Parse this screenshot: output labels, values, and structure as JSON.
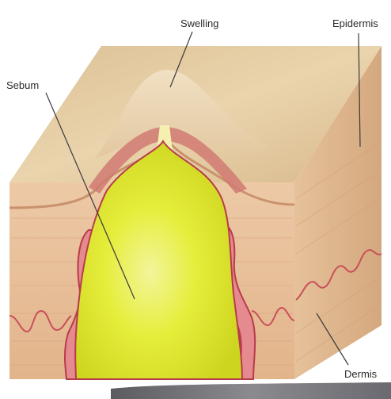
{
  "labels": {
    "swelling": "Swelling",
    "epidermis": "Epidermis",
    "sebum": "Sebum",
    "dermis": "Dermis"
  },
  "colors": {
    "skin_top": "#e8cfa6",
    "skin_front": "#e7bf98",
    "skin_side": "#ddb58d",
    "sebum_fill": "#e3ec2d",
    "sebum_highlight": "#f3f6a4",
    "wall": "#e1707b",
    "wall_dark": "#b93a46",
    "bottom_bar": "#7c7c80"
  }
}
